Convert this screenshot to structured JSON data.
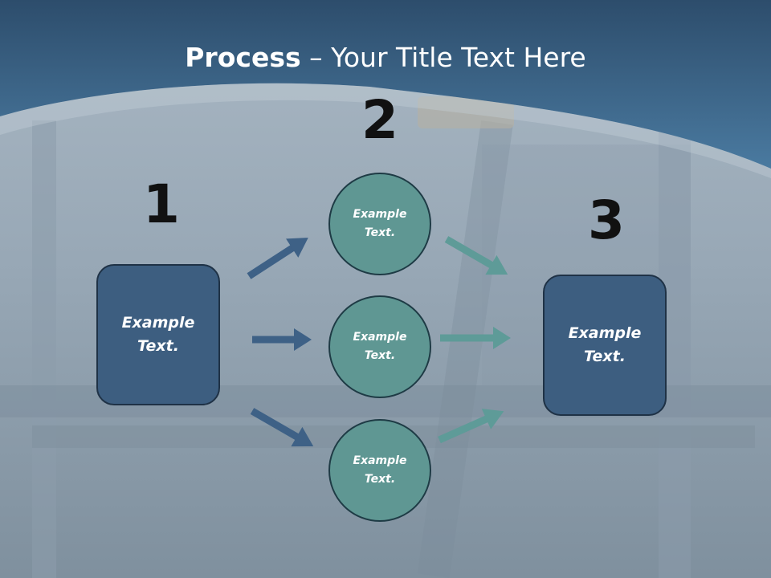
{
  "title": {
    "bold": "Process",
    "rest": " – Your Title Text Here"
  },
  "steps": {
    "one": "1",
    "two": "2",
    "three": "3"
  },
  "nodes": {
    "left_box": "Example Text.",
    "circle_top": "Example Text.",
    "circle_middle": "Example Text.",
    "circle_bottom": "Example Text.",
    "right_box": "Example Text."
  },
  "colors": {
    "header_band": "#3e6a90",
    "box_fill": "#3d5e80",
    "circle_fill": "#5f9793",
    "arrow_blue": "#3e6186",
    "arrow_teal": "#5e9b98"
  }
}
